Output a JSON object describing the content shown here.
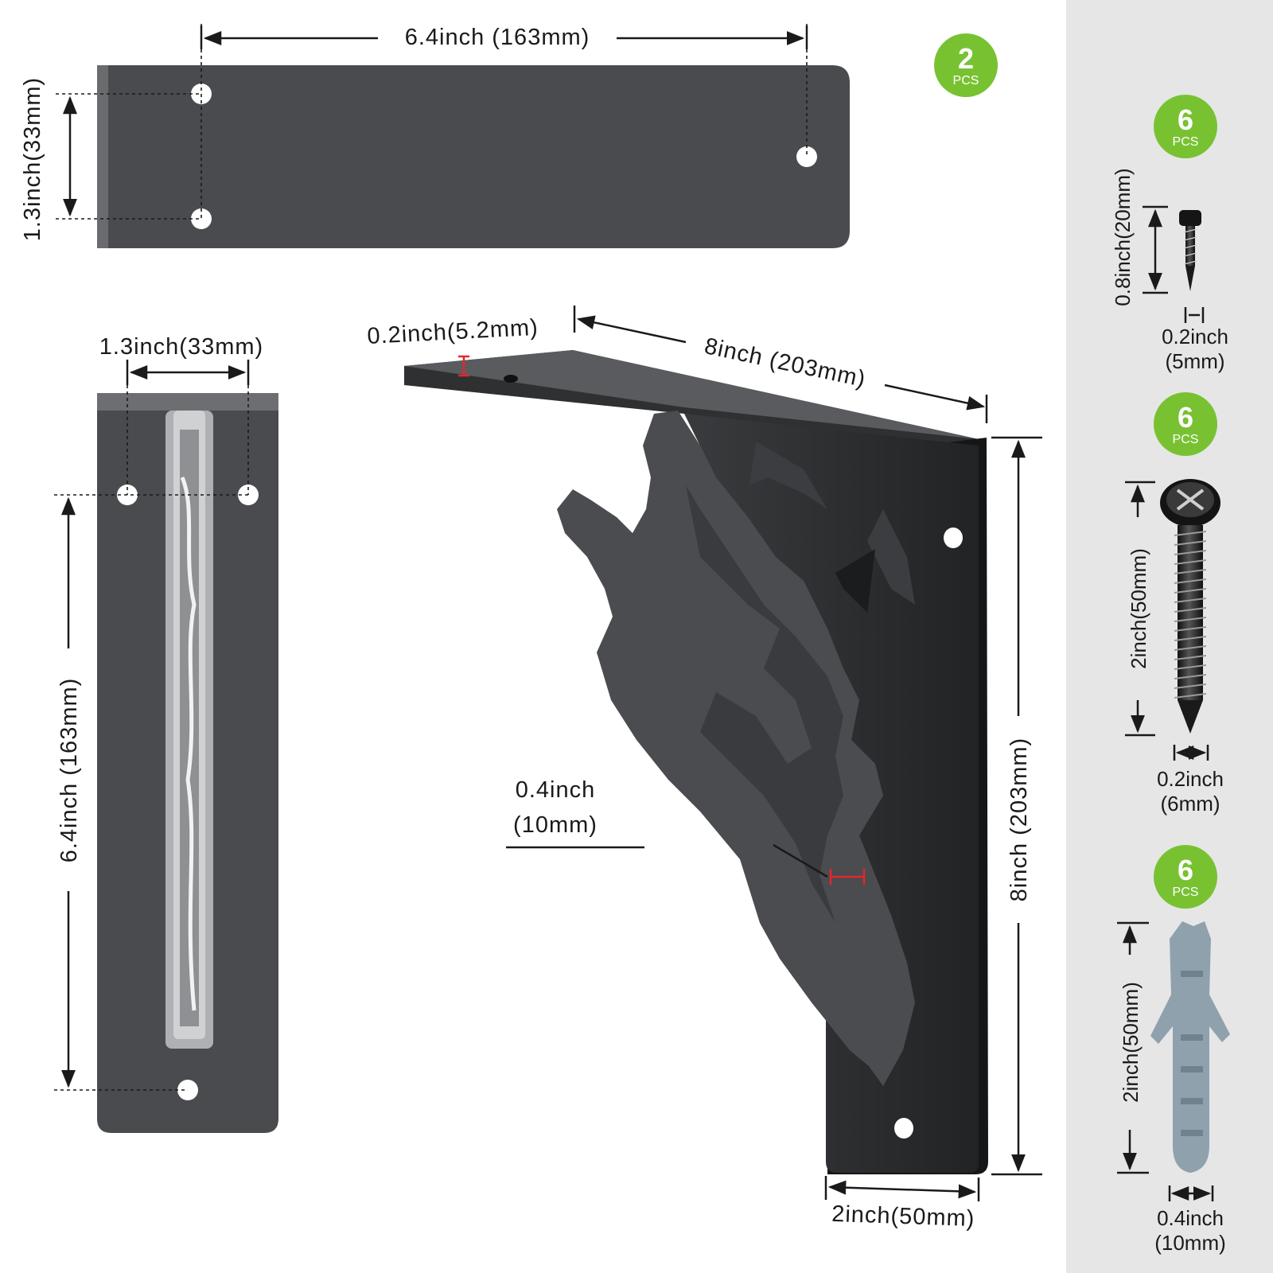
{
  "colors": {
    "badge": "#78c232",
    "metal": "#4a4b4e",
    "metal_dark": "#2c2d2f",
    "side_panel": "#e6e6e6",
    "anchor": "#8fa1ad",
    "accent_red": "#e3262b"
  },
  "top_plate": {
    "length_label": "6.4inch (163mm)",
    "width_label": "1.3inch(33mm)",
    "quantity": {
      "number": "2",
      "unit": "PCS"
    }
  },
  "side_view": {
    "width_label": "1.3inch(33mm)",
    "length_label": "6.4inch (163mm)"
  },
  "bracket": {
    "thickness_label": "0.2inch(5.2mm)",
    "arm_length_label": "8inch (203mm)",
    "height_label": "8inch (203mm)",
    "plate_thickness_label": {
      "line1": "0.4inch",
      "line2": "(10mm)"
    },
    "base_width_label": "2inch(50mm)"
  },
  "hardware": [
    {
      "name": "short-screw",
      "quantity": {
        "number": "6",
        "unit": "PCS"
      },
      "length_label": "0.8inch(20mm)",
      "diameter_label": {
        "line1": "0.2inch",
        "line2": "(5mm)"
      }
    },
    {
      "name": "long-screw",
      "quantity": {
        "number": "6",
        "unit": "PCS"
      },
      "length_label": "2inch(50mm)",
      "diameter_label": {
        "line1": "0.2inch",
        "line2": "(6mm)"
      }
    },
    {
      "name": "wall-anchor",
      "quantity": {
        "number": "6",
        "unit": "PCS"
      },
      "length_label": "2inch(50mm)",
      "diameter_label": {
        "line1": "0.4inch",
        "line2": "(10mm)"
      }
    }
  ]
}
